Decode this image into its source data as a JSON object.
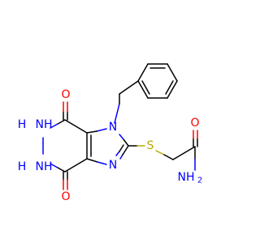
{
  "molecule": {
    "atoms": {
      "o_top": "O",
      "o_bottom": "O",
      "o_amide": "O",
      "n_benzyl": "N",
      "n_imine": "N",
      "nh_upper": "NH",
      "nh_upper_h": "H",
      "nh_lower": "NH",
      "nh_lower_h": "H",
      "s_thio": "S",
      "nh2_amide": "NH",
      "nh2_sub": "2"
    },
    "colors": {
      "carbon": "#000000",
      "oxygen": "#ff0000",
      "nitrogen": "#0000ff",
      "sulfur": "#b8a800"
    }
  }
}
